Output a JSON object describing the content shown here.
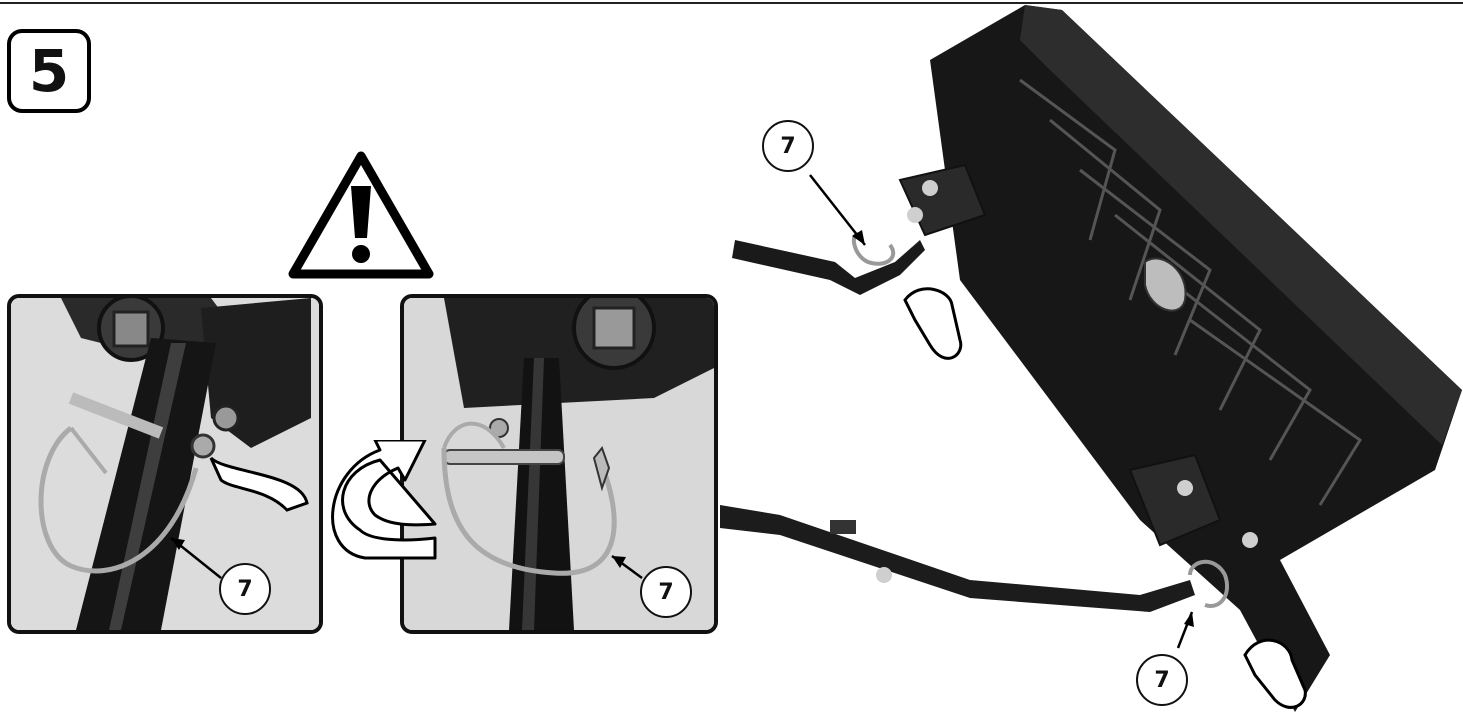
{
  "step": {
    "number": "5"
  },
  "callouts": {
    "left_photo": "7",
    "middle_photo": "7",
    "main_top": "7",
    "main_bottom": "7"
  },
  "icons": [
    "warning-triangle-icon",
    "pointer-hand-icon",
    "rotate-arrow-icon",
    "callout-arrow-icon"
  ],
  "colors": {
    "line": "#111111",
    "background": "#ffffff"
  }
}
